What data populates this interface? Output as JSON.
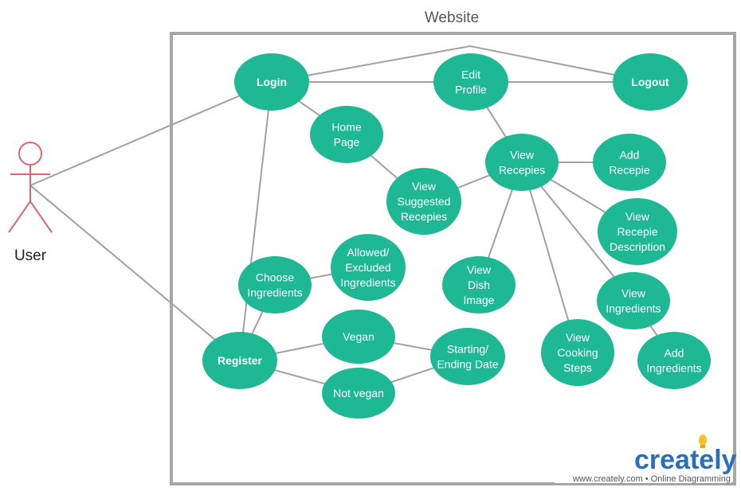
{
  "diagram": {
    "system_title": "Website",
    "actor": {
      "label": "User"
    },
    "use_cases": [
      {
        "id": "login",
        "lines": [
          "Login"
        ],
        "bold": true
      },
      {
        "id": "edit_profile",
        "lines": [
          "Edit",
          "Profile"
        ],
        "bold": false
      },
      {
        "id": "logout",
        "lines": [
          "Logout"
        ],
        "bold": true
      },
      {
        "id": "home_page",
        "lines": [
          "Home",
          "Page"
        ],
        "bold": false
      },
      {
        "id": "view_recepies",
        "lines": [
          "View",
          "Recepies"
        ],
        "bold": false
      },
      {
        "id": "add_recepie",
        "lines": [
          "Add",
          "Recepie"
        ],
        "bold": false
      },
      {
        "id": "view_suggested",
        "lines": [
          "View",
          "Suggested",
          "Recepies"
        ],
        "bold": false
      },
      {
        "id": "view_recepie_desc",
        "lines": [
          "View",
          "Recepie",
          "Description"
        ],
        "bold": false
      },
      {
        "id": "allowed_excluded",
        "lines": [
          "Allowed/",
          "Excluded",
          "Ingredients"
        ],
        "bold": false
      },
      {
        "id": "choose_ingredients",
        "lines": [
          "Choose",
          "Ingredients"
        ],
        "bold": false
      },
      {
        "id": "view_dish_image",
        "lines": [
          "View",
          "Dish",
          "Image"
        ],
        "bold": false
      },
      {
        "id": "view_ingredients",
        "lines": [
          "View",
          "Ingredients"
        ],
        "bold": false
      },
      {
        "id": "vegan",
        "lines": [
          "Vegan"
        ],
        "bold": false
      },
      {
        "id": "starting_ending",
        "lines": [
          "Starting/",
          "Ending Date"
        ],
        "bold": false
      },
      {
        "id": "register",
        "lines": [
          "Register"
        ],
        "bold": true
      },
      {
        "id": "view_cooking_steps",
        "lines": [
          "View",
          "Cooking",
          "Steps"
        ],
        "bold": false
      },
      {
        "id": "add_ingredients",
        "lines": [
          "Add",
          "Ingredients"
        ],
        "bold": false
      },
      {
        "id": "not_vegan",
        "lines": [
          "Not vegan"
        ],
        "bold": false
      }
    ],
    "connections": [
      [
        "actor",
        "login"
      ],
      [
        "actor",
        "register"
      ],
      [
        "login",
        "logout"
      ],
      [
        "login",
        "edit_profile"
      ],
      [
        "edit_profile",
        "logout"
      ],
      [
        "login",
        "home_page"
      ],
      [
        "login",
        "register"
      ],
      [
        "edit_profile",
        "view_recepies"
      ],
      [
        "home_page",
        "view_suggested"
      ],
      [
        "view_suggested",
        "view_recepies"
      ],
      [
        "view_recepies",
        "add_recepie"
      ],
      [
        "view_recepies",
        "view_recepie_desc"
      ],
      [
        "view_recepies",
        "view_dish_image"
      ],
      [
        "view_recepies",
        "view_ingredients"
      ],
      [
        "view_recepies",
        "view_cooking_steps"
      ],
      [
        "view_ingredients",
        "add_ingredients"
      ],
      [
        "register",
        "choose_ingredients"
      ],
      [
        "choose_ingredients",
        "allowed_excluded"
      ],
      [
        "register",
        "vegan"
      ],
      [
        "register",
        "not_vegan"
      ],
      [
        "vegan",
        "starting_ending"
      ],
      [
        "not_vegan",
        "starting_ending"
      ]
    ]
  },
  "branding": {
    "logo_text": "creately",
    "tagline": "www.creately.com • Online Diagramming"
  },
  "colors": {
    "use_case_fill": "#1fb895",
    "system_border": "#a6a6a6",
    "edge": "#a0a0a0",
    "actor": "#e06470",
    "logo": "#2a6fb8",
    "bulb": "#f5c22a"
  }
}
